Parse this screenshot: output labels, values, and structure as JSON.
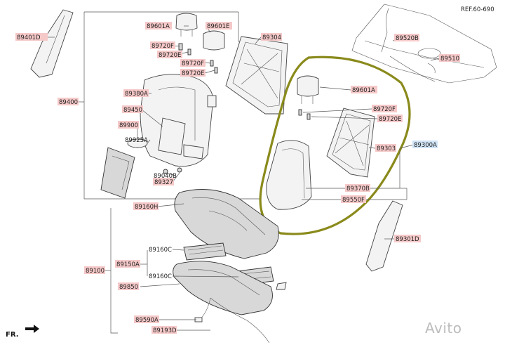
{
  "reference": "REF.60-690",
  "direction_label": "FR.",
  "watermark": "Avito",
  "labels": {
    "l89401D": "89401D",
    "l89601A_top": "89601A",
    "l89601E": "89601E",
    "l89304": "89304",
    "l89720F_1": "89720F",
    "l89720E_1": "89720E",
    "l89720F_2": "89720F",
    "l89720E_2": "89720E",
    "l89400": "89400",
    "l89380A": "89380A",
    "l89450": "89450",
    "l89900": "89900",
    "l89925A": "89925A",
    "l89040B": "89040B",
    "l89327": "89327",
    "l89520B": "89520B",
    "l89510": "89510",
    "l89601A_r": "89601A",
    "l89720F_3": "89720F",
    "l89720E_3": "89720E",
    "l89303": "89303",
    "l89300A": "89300A",
    "l89370B": "89370B",
    "l89550F": "89550F",
    "l89160H": "89160H",
    "l89301D": "89301D",
    "l89160C_1": "89160C",
    "l89150A": "89150A",
    "l89160C_2": "89160C",
    "l89100": "89100",
    "l89850": "89850",
    "l89590A": "89590A",
    "l89193D": "89193D"
  },
  "colors": {
    "label_fill": "#f6c9c9",
    "label_highlight": "#cfe3f5",
    "highlight_ring": "#8a8a1c"
  }
}
